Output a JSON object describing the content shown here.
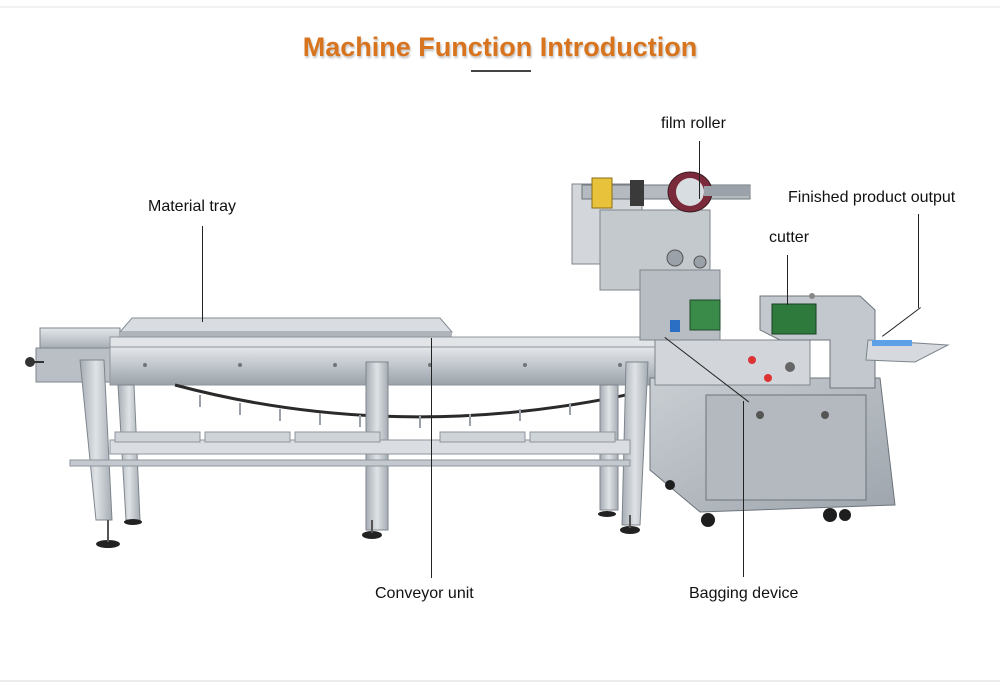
{
  "title": "Machine Function Introduction",
  "labels": {
    "film_roller": "film roller",
    "material_tray": "Material tray",
    "finished_output": "Finished product output",
    "cutter": "cutter",
    "conveyor_unit": "Conveyor unit",
    "bagging_device": "Bagging device"
  },
  "colors": {
    "title": "#d8741e",
    "steel": "#c7ccd1",
    "steel_dark": "#8e959c",
    "leader": "#222222"
  }
}
